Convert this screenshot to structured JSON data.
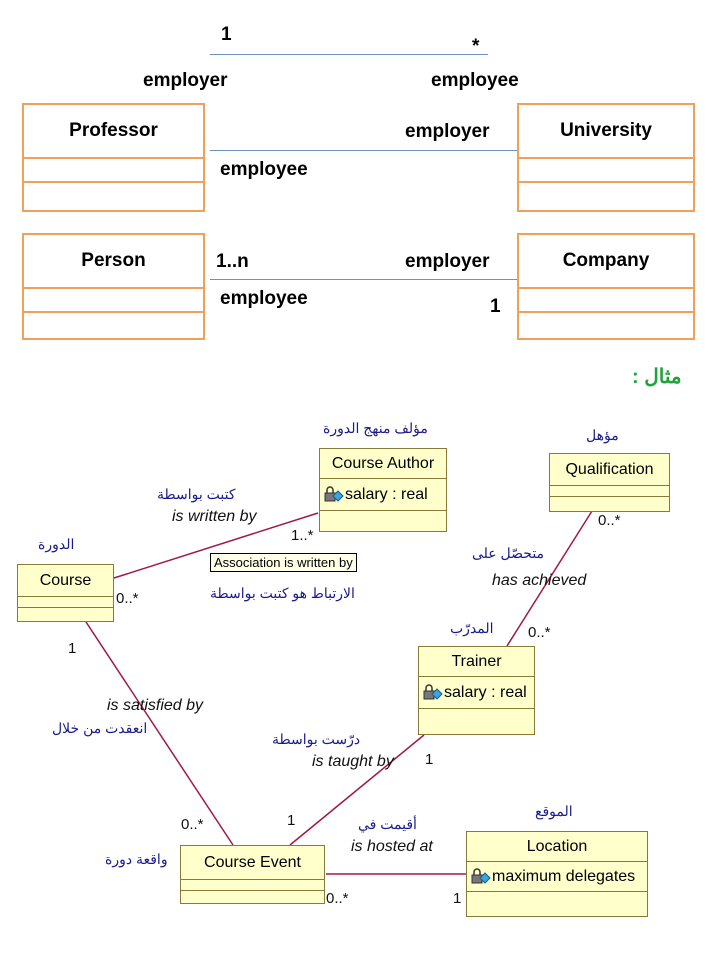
{
  "top": {
    "mult_one": "1",
    "mult_star": "*",
    "role_employer": "employer",
    "role_employee": "employee",
    "prof_univ": {
      "left_class": "Professor",
      "right_class": "University",
      "right_role": "employer",
      "left_role": "employee"
    },
    "person_company": {
      "left_class": "Person",
      "right_class": "Company",
      "left_mult": "1..n",
      "right_role": "employer",
      "left_role": "employee",
      "right_mult": "1"
    }
  },
  "example_label": "مثال :",
  "diagram": {
    "classes": {
      "course_author": {
        "name": "Course Author",
        "attr": "salary : real",
        "arabic": "مؤلف منهج الدورة"
      },
      "qualification": {
        "name": "Qualification",
        "arabic": "مؤهل"
      },
      "course": {
        "name": "Course",
        "arabic": "الدورة"
      },
      "trainer": {
        "name": "Trainer",
        "attr": "salary : real",
        "arabic": "المدرّب"
      },
      "course_event": {
        "name": "Course Event",
        "arabic": "واقعة دورة"
      },
      "location": {
        "name": "Location",
        "attr": "maximum delegates",
        "arabic": "الموقع"
      }
    },
    "associations": {
      "written_by": {
        "label": "is written by",
        "arabic": "كتبت بواسطة",
        "tooltip": "Association is written by",
        "tooltip_arabic": "الارتباط هو كتبت بواسطة",
        "mult_course": "0..*",
        "mult_author": "1..*"
      },
      "has_achieved": {
        "label": "has achieved",
        "arabic": "متحصّل على",
        "mult_qual": "0..*",
        "mult_trainer": "0..*"
      },
      "satisfied_by": {
        "label": "is satisfied by",
        "arabic": "انعقدت من خلال",
        "mult_course": "1",
        "mult_event": "0..*"
      },
      "taught_by": {
        "label": "is taught by",
        "arabic": "درّست بواسطة",
        "mult_trainer": "1",
        "mult_event": "1"
      },
      "hosted_at": {
        "label": "is hosted at",
        "arabic": "أقيمت في",
        "mult_event": "0..*",
        "mult_location": "1"
      }
    }
  },
  "colors": {
    "box_orange": "#f0a05a",
    "line_blue": "#6d8fc2",
    "class_fill": "#ffffcc",
    "assoc_line": "#a0184a",
    "title_green": "#1fa33a"
  }
}
